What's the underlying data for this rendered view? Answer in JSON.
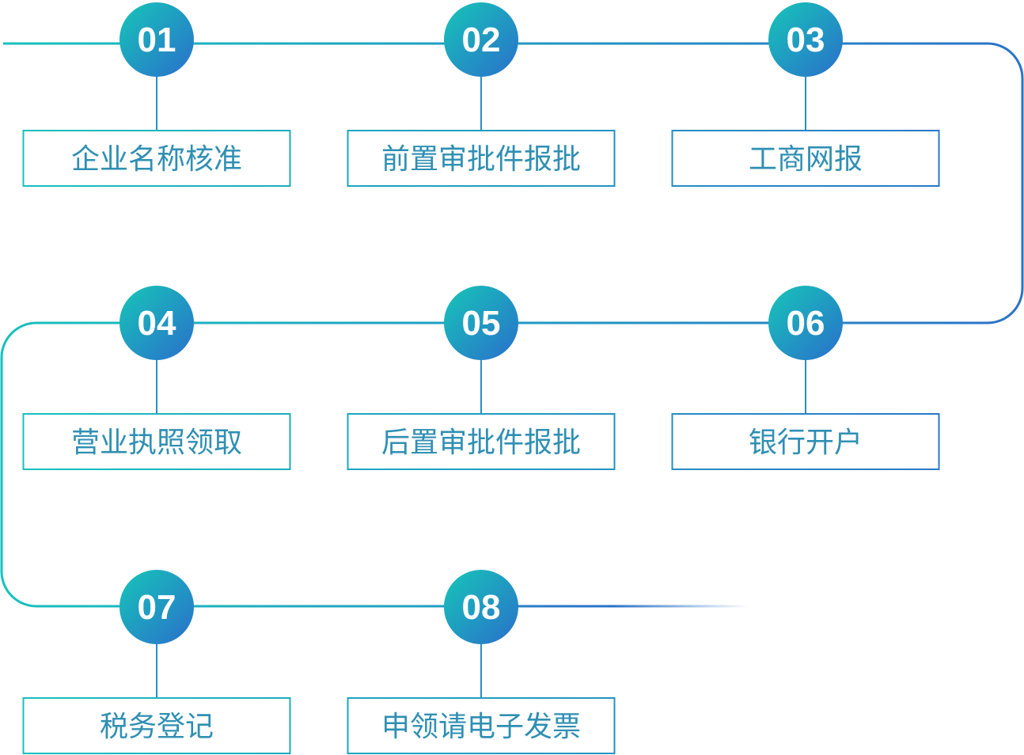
{
  "colors": {
    "teal": "#15bdbd",
    "blue": "#2b73c9",
    "label_text": "#2f8fb3"
  },
  "steps": [
    {
      "number": "01",
      "label": "企业名称核准"
    },
    {
      "number": "02",
      "label": "前置审批件报批"
    },
    {
      "number": "03",
      "label": "工商网报"
    },
    {
      "number": "04",
      "label": "营业执照领取"
    },
    {
      "number": "05",
      "label": "后置审批件报批"
    },
    {
      "number": "06",
      "label": "银行开户"
    },
    {
      "number": "07",
      "label": "税务登记"
    },
    {
      "number": "08",
      "label": "申领请电子发票"
    }
  ]
}
